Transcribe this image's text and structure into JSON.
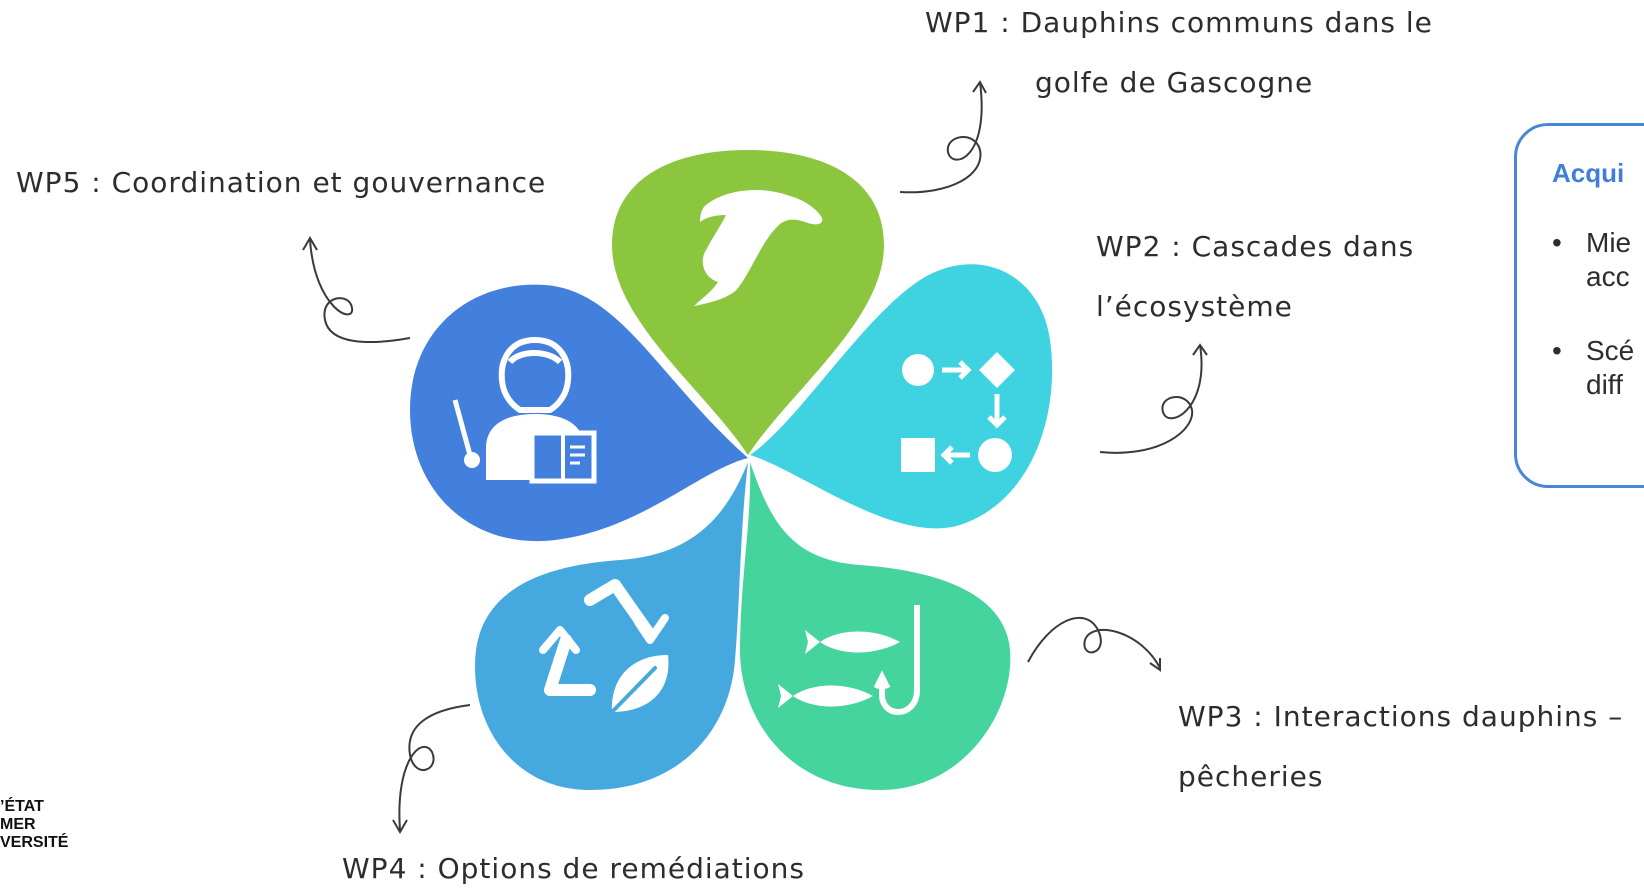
{
  "labels": {
    "wp1_line1": "WP1 : Dauphins communs dans le",
    "wp1_line2": "golfe de Gascogne",
    "wp2_line1": "WP2 : Cascades dans",
    "wp2_line2": "l’écosystème",
    "wp3_line1": "WP3 : Interactions dauphins –",
    "wp3_line2": "pêcheries",
    "wp4_line1": "WP4 : Options de remédiations",
    "wp5_line1": "WP5 : Coordination et gouvernance"
  },
  "acquis_box": {
    "title": "Acqui",
    "items": [
      {
        "line1": "Mie",
        "line2": "acc"
      },
      {
        "line1": "Scé",
        "line2": "diff"
      }
    ]
  },
  "logo": {
    "lines": [
      "’ÉTAT",
      "MER",
      "VERSITÉ"
    ]
  },
  "petals": [
    {
      "id": "wp1",
      "icon": "dolphin-icon",
      "color": "#8cc63f"
    },
    {
      "id": "wp2",
      "icon": "process-flow-icon",
      "color": "#3fd2e0"
    },
    {
      "id": "wp3",
      "icon": "fish-hook-icon",
      "color": "#45d39e"
    },
    {
      "id": "wp4",
      "icon": "recycle-leaf-icon",
      "color": "#45a9e0"
    },
    {
      "id": "wp5",
      "icon": "teacher-icon",
      "color": "#4380de"
    }
  ]
}
